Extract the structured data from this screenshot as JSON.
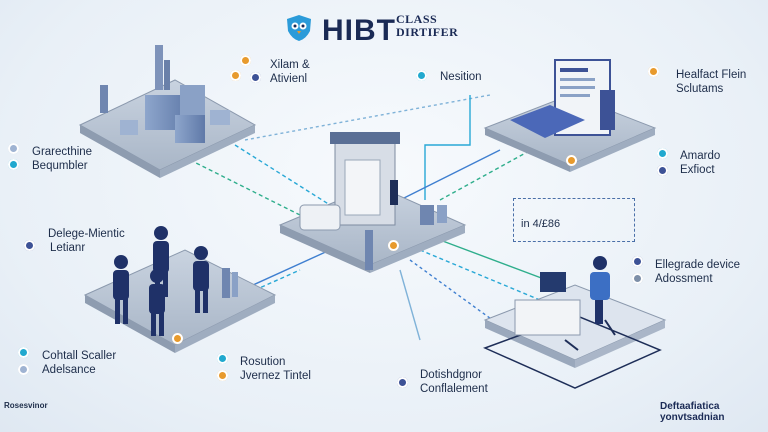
{
  "header": {
    "title": "HIBT",
    "subtitle_line1": "CLASS",
    "subtitle_line2": "DIRTIFER"
  },
  "labels": {
    "xlam": {
      "line1": "Xilam &",
      "line2": "Ativienl"
    },
    "nesition": {
      "line1": "Nesition"
    },
    "healfact": {
      "line1": "Healfact Flein",
      "line2": "Sclutams"
    },
    "grareechine": {
      "line1": "Grarecthine",
      "line2": "Bequmbler"
    },
    "amardo": {
      "line1": "Amardo",
      "line2": "Exfioct"
    },
    "delege": {
      "line1": "Delege-Mientic",
      "line2": "Letianr"
    },
    "code": {
      "line1": "in 4/£86"
    },
    "ellegrade": {
      "line1": "Ellegrade device",
      "line2": "Adossment"
    },
    "cohtall": {
      "line1": "Cohtall Scaller",
      "line2": "Adelsance"
    },
    "rosution": {
      "line1": "Rosution",
      "line2": "Jvernez Tintel"
    },
    "dotishdgnor": {
      "line1": "Dotishdgnor",
      "line2": "Conflalement"
    }
  },
  "footer": {
    "left": "Rosesvinor",
    "right_line1": "Deftaafiatica",
    "right_line2": "yonvtsadnian"
  },
  "colors": {
    "orange": "#e89a2c",
    "teal": "#21a9cf",
    "navy": "#3d5296",
    "slate": "#7d8fa8",
    "title": "#1a2a55"
  },
  "icons": {
    "logo": "owl-shield-icon"
  }
}
